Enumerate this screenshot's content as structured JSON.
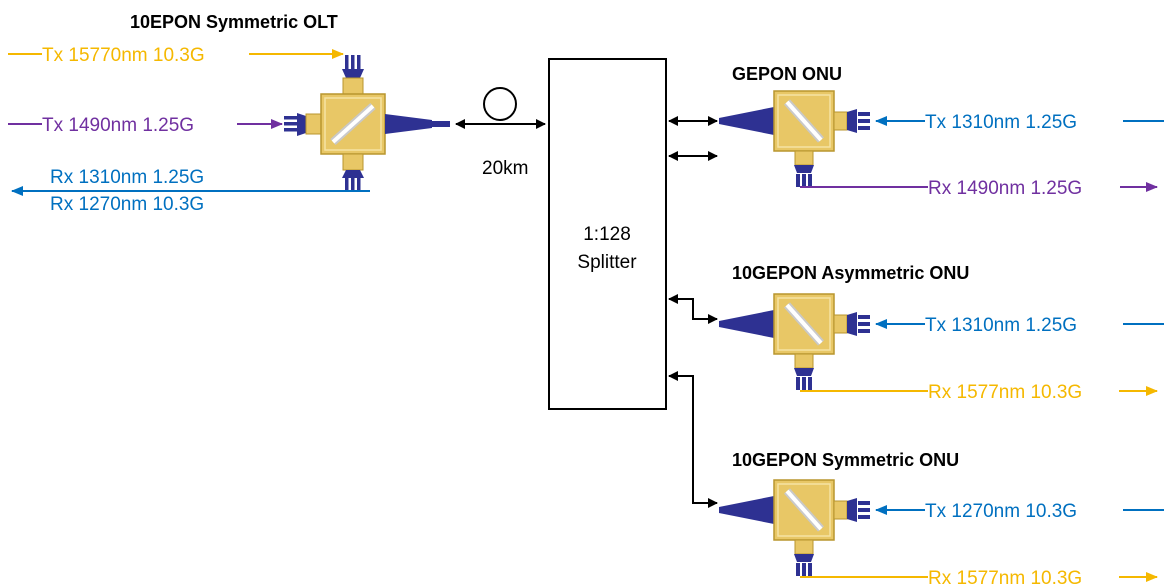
{
  "colors": {
    "yellow": "#F5B800",
    "purple": "#7030A0",
    "blue": "#0070C0",
    "black": "#000000",
    "device_body": "#E8C766",
    "device_dark": "#2E3192"
  },
  "olt": {
    "title": "10EPON Symmetric OLT",
    "tx1": "Tx 15770nm 10.3G",
    "tx2": "Tx 1490nm 1.25G",
    "rx1": "Rx 1310nm 1.25G",
    "rx2": "Rx 1270nm 10.3G"
  },
  "fiber": {
    "distance": "20km"
  },
  "splitter": {
    "ratio": "1:128",
    "label": "Splitter"
  },
  "onu1": {
    "title": "GEPON ONU",
    "tx": "Tx 1310nm 1.25G",
    "rx": "Rx 1490nm 1.25G"
  },
  "onu2": {
    "title": "10GEPON Asymmetric ONU",
    "tx": "Tx 1310nm 1.25G",
    "rx": "Rx 1577nm 10.3G"
  },
  "onu3": {
    "title": "10GEPON Symmetric ONU",
    "tx": "Tx 1270nm 10.3G",
    "rx": "Rx 1577nm 10.3G"
  }
}
